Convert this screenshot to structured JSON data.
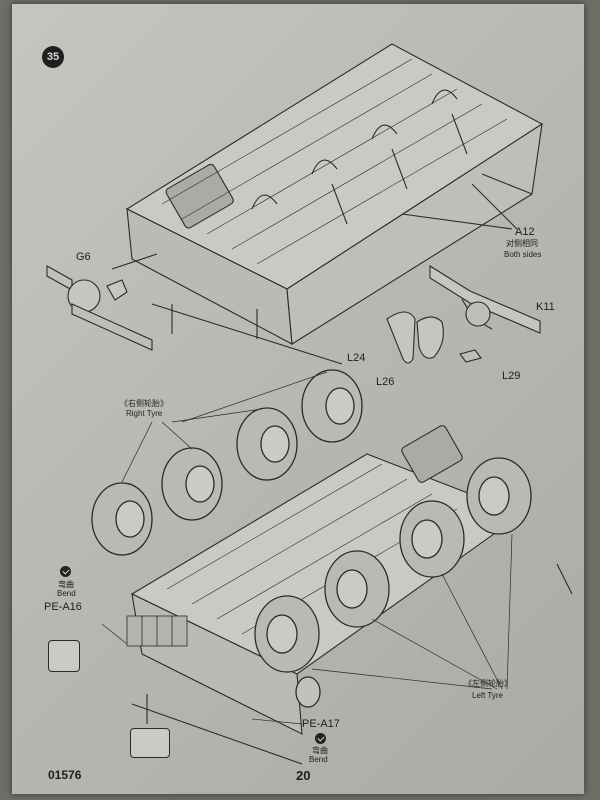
{
  "step": {
    "number": "35"
  },
  "parts": {
    "g6": "G6",
    "a12": "A12",
    "a12_cn": "对侧相同",
    "a12_en": "Both sides",
    "k11": "K11",
    "l24": "L24",
    "l26": "L26",
    "l29": "L29",
    "pe_a16": "PE-A16",
    "pe_a17": "PE-A17"
  },
  "tyres": {
    "right_cn": "《右侧轮胎》",
    "right_en": "Right Tyre",
    "left_cn": "《左侧轮胎》",
    "left_en": "Left Tyre"
  },
  "bend": {
    "cn": "弯曲",
    "en": "Bend"
  },
  "footer": {
    "code": "01576",
    "page": "20"
  }
}
